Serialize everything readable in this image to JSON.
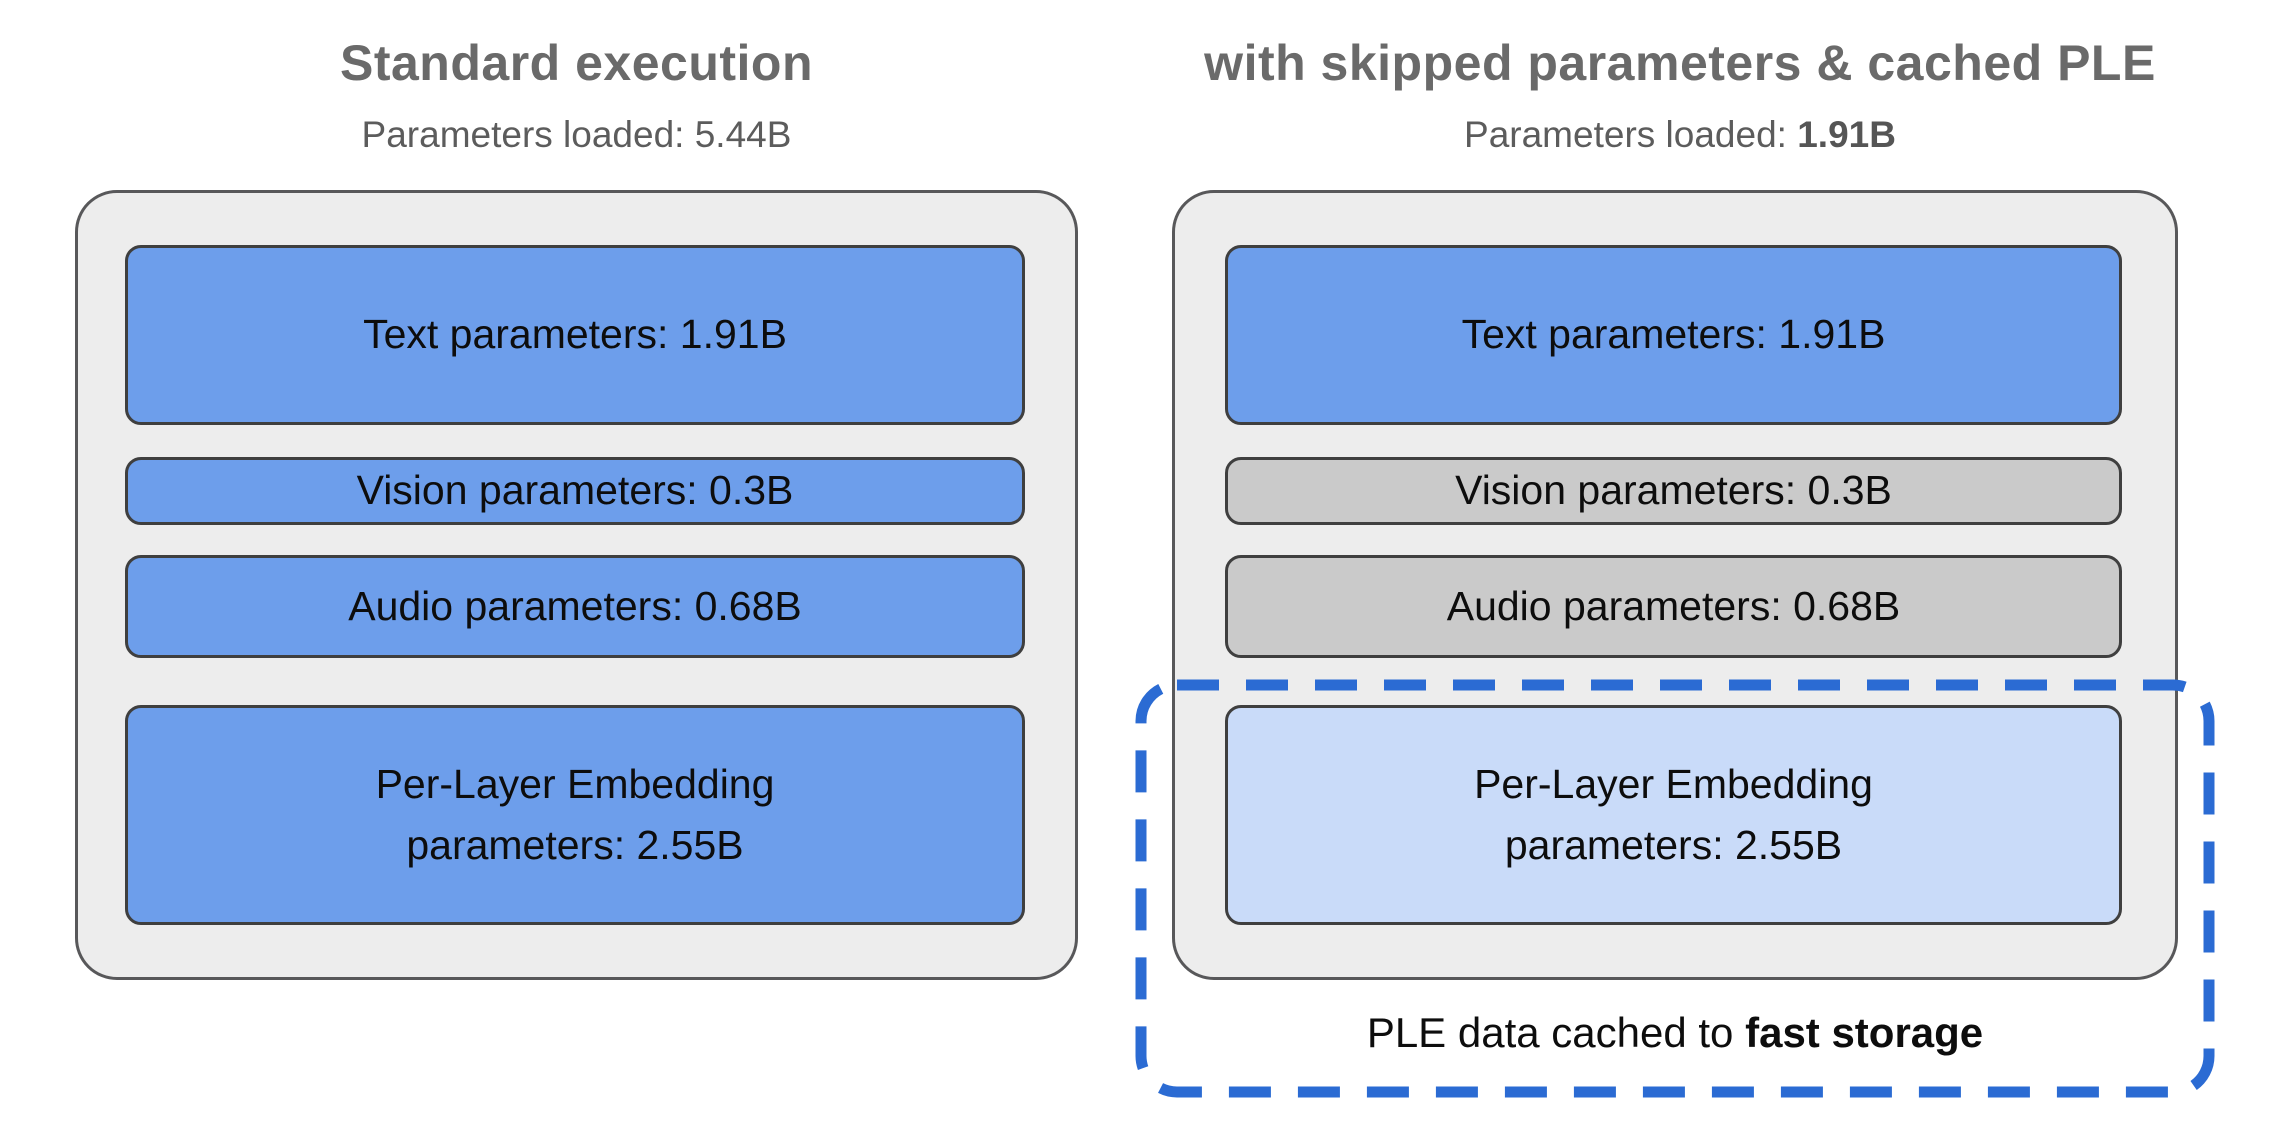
{
  "left_panel": {
    "title": "Standard execution",
    "subtitle_label": "Parameters loaded: ",
    "subtitle_value": "5.44B",
    "boxes": {
      "text": "Text parameters: 1.91B",
      "vision": "Vision parameters: 0.3B",
      "audio": "Audio parameters: 0.68B",
      "ple_line1": "Per-Layer Embedding",
      "ple_line2": "parameters: 2.55B"
    }
  },
  "right_panel": {
    "title": "with skipped parameters & cached PLE",
    "subtitle_label": "Parameters loaded: ",
    "subtitle_value": "1.91B",
    "boxes": {
      "text": "Text parameters: 1.91B",
      "vision": "Vision parameters: 0.3B",
      "audio": "Audio parameters: 0.68B",
      "ple_line1": "Per-Layer Embedding",
      "ple_line2": "parameters: 2.55B"
    }
  },
  "caption": {
    "prefix": "PLE data cached to ",
    "emphasis": "fast storage"
  },
  "colors": {
    "loaded_box_blue": "#6d9eeb",
    "skipped_box_gray": "#cacaca",
    "cached_box_lightblue": "#c9dbf9",
    "container_gray": "#ededed",
    "container_border": "#58585a",
    "box_border": "#3f3f3f",
    "dashed_outline_blue": "#2b6bd3",
    "title_gray": "#6a6a6a",
    "text_black": "#0d0d0d"
  }
}
